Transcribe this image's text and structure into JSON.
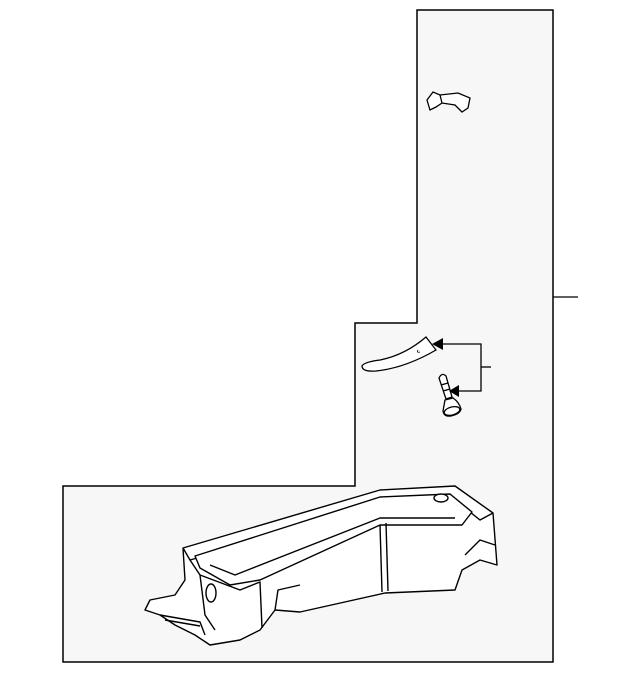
{
  "diagram": {
    "type": "exploded-parts-diagram",
    "colors": {
      "panel_fill": "#f7f7f7",
      "line": "#000000",
      "part_fill": "#ffffff"
    },
    "parts": [
      {
        "id": "clip"
      },
      {
        "id": "bracket"
      },
      {
        "id": "screw"
      },
      {
        "id": "oil-pan"
      }
    ]
  }
}
